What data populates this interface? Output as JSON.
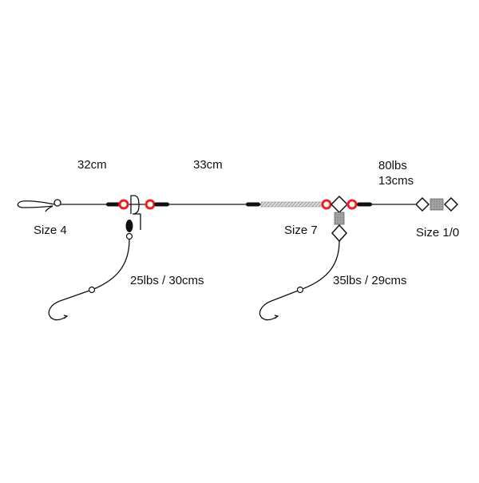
{
  "diagram": {
    "type": "fishing-rig",
    "colors": {
      "line": "#111111",
      "bead": "#e8231f",
      "sleeve": "#111111",
      "crimp_fill": "#999999",
      "background": "#ffffff"
    },
    "labels": {
      "main_length_1": "32cm",
      "main_length_2": "33cm",
      "top_line_strength": "80lbs",
      "top_line_length": "13cms",
      "snap_size": "Size 4",
      "swivel_size_middle": "Size 7",
      "swivel_size_top": "Size 1/0",
      "snood_1": "25lbs / 30cms",
      "snood_2": "35lbs / 29cms"
    },
    "components": [
      {
        "name": "lead-clip",
        "position": "left end"
      },
      {
        "name": "crimp-sleeve",
        "count": 4
      },
      {
        "name": "red-bead",
        "count": 4
      },
      {
        "name": "boom-swivel",
        "size_label": "Size 4"
      },
      {
        "name": "sliding-tube",
        "position": "middle"
      },
      {
        "name": "three-way-swivel",
        "size_label": "Size 7"
      },
      {
        "name": "rolling-swivel",
        "size_label": "Size 1/0"
      },
      {
        "name": "hook",
        "count": 2
      }
    ]
  }
}
